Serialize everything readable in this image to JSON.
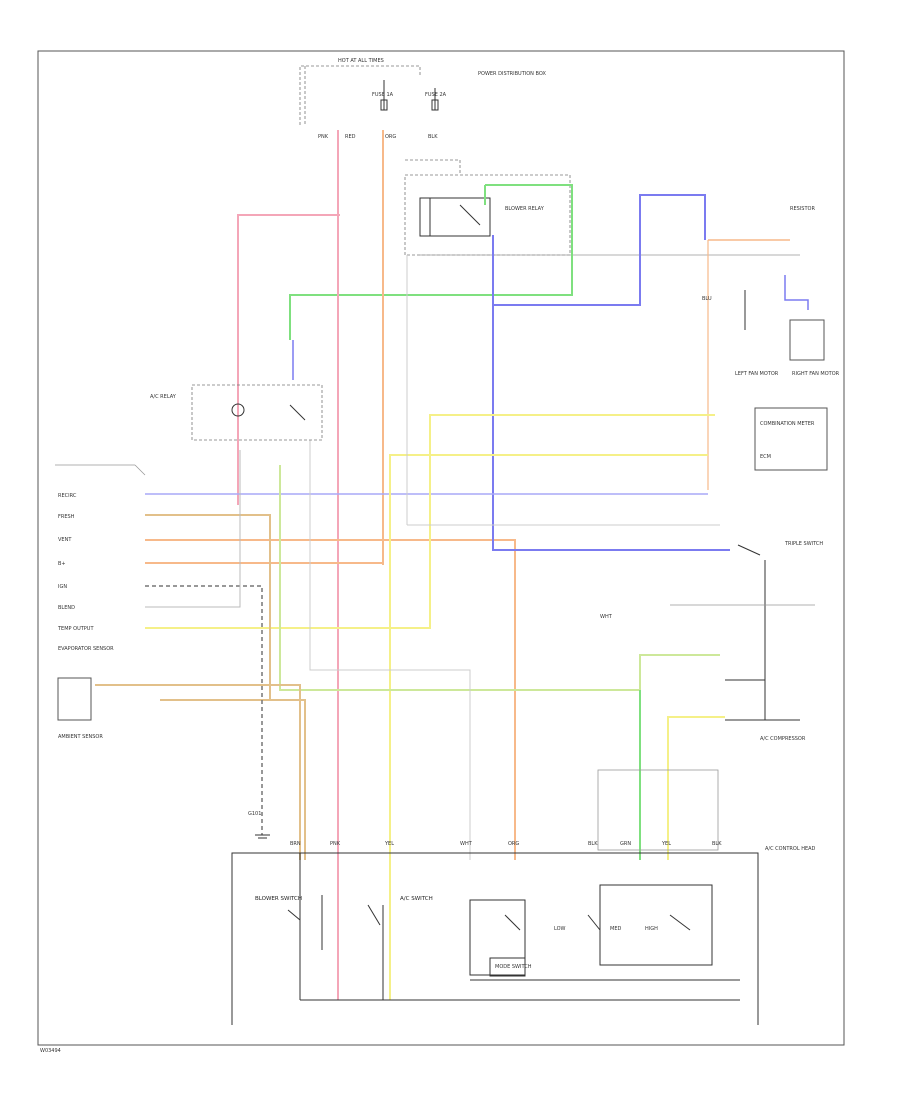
{
  "figure_id": "W03494",
  "labels": {
    "hot_at_all_times": "HOT AT ALL TIMES",
    "fuse_1": "FUSE 1A",
    "fuse_2": "FUSE 2A",
    "fuse_box": "POWER DISTRIBUTION BOX",
    "relay_top": "BLOWER RELAY",
    "relay_left": "A/C RELAY",
    "motor_right": "RESISTOR",
    "fan_left": "LEFT FAN MOTOR",
    "fan_right": "RIGHT FAN MOTOR",
    "combination": "COMBINATION METER",
    "ecm": "ECM",
    "pressure_sw": "TRIPLE SWITCH",
    "sensor_left": "AMBIENT SENSOR",
    "sensor_right": "EVAPORATOR SENSOR",
    "ac_comp": "A/C COMPRESSOR",
    "ground": "G101",
    "control_head": "A/C CONTROL HEAD",
    "blower_sw": "BLOWER SWITCH",
    "ac_sw": "A/C SWITCH",
    "mode_sw": "MODE SWITCH",
    "temp_out": "TEMP OUTPUT",
    "l_recirc": "RECIRC",
    "l_fresh": "FRESH",
    "l_vent": "VENT",
    "l_ign": "IGN",
    "l_b": "B+",
    "l_blend": "BLEND",
    "l_low": "LOW",
    "l_med": "MED",
    "l_high": "HIGH",
    "r_blk": "BLK",
    "r_red": "RED",
    "r_yel": "YEL",
    "r_grn": "GRN",
    "r_blu": "BLU",
    "r_org": "ORG",
    "r_pnk": "PNK",
    "r_wht": "WHT",
    "r_brn": "BRN"
  },
  "colors": {
    "pink": "#f4a6b8",
    "orange": "#f7b98a",
    "green": "#7fe07f",
    "blue": "#7b7bf0",
    "yellow": "#f5f088",
    "lightblue": "#a9a9f7",
    "tan": "#e2c08a",
    "grey": "#9a9a9a"
  }
}
